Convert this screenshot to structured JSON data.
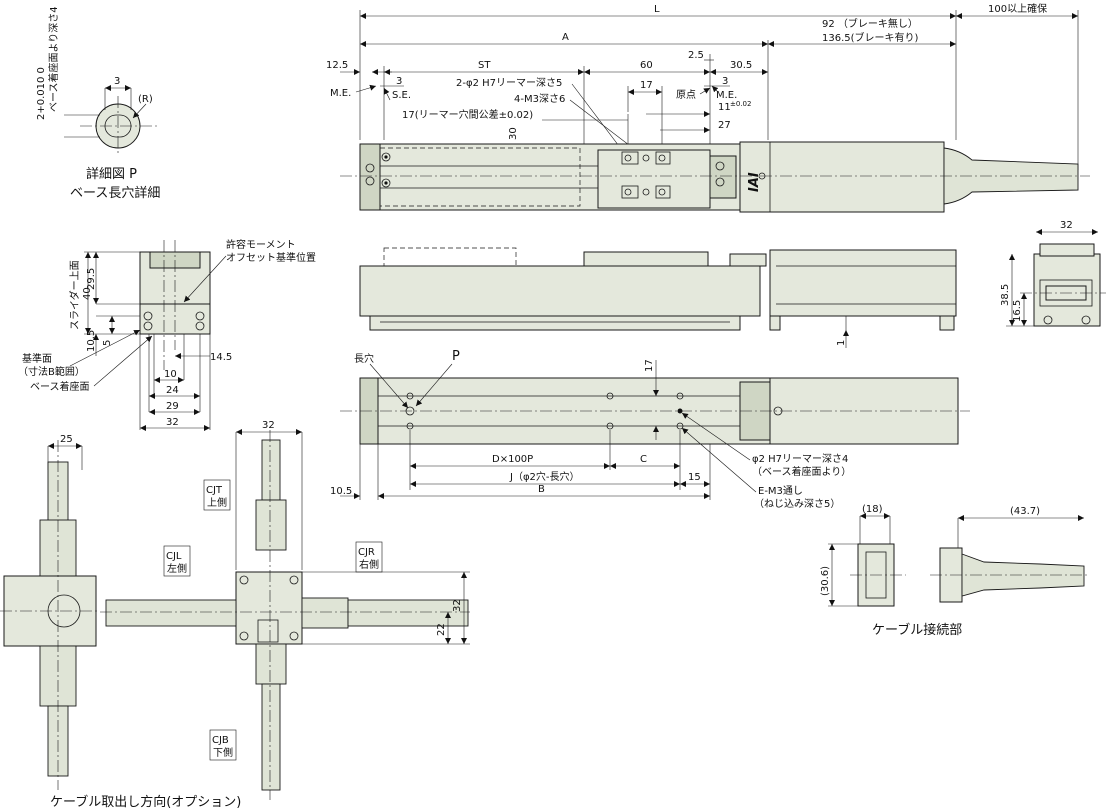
{
  "detail": {
    "depth_tol": "2+0.010 0",
    "depth_note": "ベース着座面より深さ4",
    "width": "3",
    "radius": "(R)",
    "title_line1": "詳細図 P",
    "title_line2": "ベース長穴詳細"
  },
  "top_view": {
    "L": "L",
    "clearance": "100以上確保",
    "d92": "92 （ブレーキ無し）",
    "d136": "136.5(ブレーキ有り)",
    "A": "A",
    "d12_5": "12.5",
    "ST": "ST",
    "d60": "60",
    "d2_5": "2.5",
    "d30_5": "30.5",
    "d3_left": "3",
    "d3_right": "3",
    "me_left": "M.E.",
    "se": "S.E.",
    "origin": "原点",
    "me_right": "M.E.",
    "reamer": "2-φ2 H7リーマー深さ5",
    "m3": "4-M3深さ6",
    "pitch_tol": "17(リーマー穴間公差±0.02)",
    "d17": "17",
    "d11": "11",
    "d11_tol": "±0.02",
    "d27": "27",
    "d30": "30",
    "logo": "IAI"
  },
  "side_view": {
    "d1": "1"
  },
  "end_view": {
    "d32": "32",
    "d38_5": "38.5",
    "d16_5": "16.5"
  },
  "front_section": {
    "note_line1": "許容モーメント",
    "note_line2": "オフセット基準位置",
    "d40": "40",
    "slider_top": "スライダー上面",
    "d29_5": "29.5",
    "d10_5": "10.5",
    "d5": "5",
    "d14_5": "14.5",
    "ref_face": "基準面",
    "ref_range": "（寸法B範囲）",
    "base_face": "ベース着座面",
    "d10": "10",
    "d24": "24",
    "d29": "29",
    "d32": "32"
  },
  "bottom_view": {
    "slot": "長穴",
    "P": "P",
    "d17": "17",
    "dxp": "D×100P",
    "C": "C",
    "J": "J（φ2穴-長穴）",
    "d15": "15",
    "d10_5": "10.5",
    "B": "B",
    "reamer_line1": "φ2 H7リーマー深さ4",
    "reamer_line2": "（ベース着座面より）",
    "thru_line1": "E-M3通し",
    "thru_line2": "（ねじ込み深さ5）"
  },
  "cable_options": {
    "d25": "25",
    "d32_top": "32",
    "cjt_a": "CJT",
    "cjt_b": "上側",
    "cjl_a": "CJL",
    "cjl_b": "左側",
    "cjr_a": "CJR",
    "cjr_b": "右側",
    "cjb_a": "CJB",
    "cjb_b": "下側",
    "d32_side": "32",
    "d22": "22",
    "caption": "ケーブル取出し方向(オプション)"
  },
  "connector": {
    "d18": "(18)",
    "d43_7": "(43.7)",
    "d30_6": "(30.6)",
    "caption": "ケーブル接続部"
  }
}
